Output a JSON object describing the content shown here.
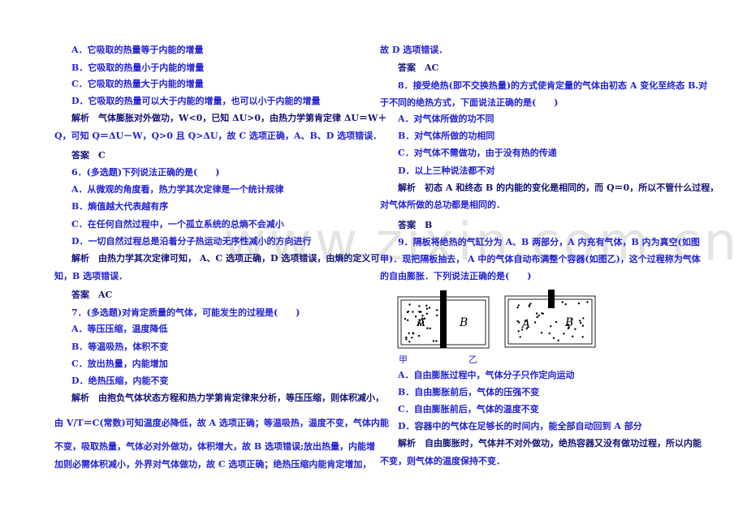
{
  "watermark": "www.zixin.com.cn",
  "left_column": [
    "A．它吸取的热量等于内能的增量",
    "B．它吸取的热量小于内能的增量",
    "C．它吸取的热量大于内能的增量",
    "D．它吸取的热量可以大于内能的增量，也可以小于内能的增量",
    "解析　气体膨胀对外做功，W<0，已知 ΔU>0，由热力学第肯定律 ΔU＝W＋",
    "Q，可知 Q＝ΔU－W，Q>0 且 Q>ΔU，故 C 选项正确，A、B、D 选项错误．",
    "答案　C",
    "6．(多选题)下列说法正确的是(　　)",
    "A．从微观的角度看，热力学其次定律是一个统计规律",
    "B．熵值越大代表越有序",
    "C．在任何自然过程中，一个孤立系统的总熵不会减小",
    "D．一切自然过程总是沿着分子热运动无序性减小的方向进行",
    "解析　由热力学其次定律可知， A、C 选项正确，D 选项错误，由熵的定义可",
    "知，B 选项错误．",
    "答案　AC",
    "7．(多选题)对肯定质量的气体，可能发生的过程是(　　)",
    "A．等压压缩，温度降低",
    "B．等温吸热，体积不变",
    "C．放出热量，内能增加",
    "D．绝热压缩，内能不变",
    "解析　由抱负气体状态方程和热力学第肯定律来分析，等压压缩，则体积减小，",
    "由 V/T＝C(常数)可知温度必降低，故 A 选项正确；等温吸热，温度不变，气体内能",
    "不变，吸取热量，气体必对外做功，体积增大，故 B 选项错误;放出热量，内能增",
    "加则必需体积减小，外界对气体做功，故 C 选项正确；绝热压缩内能肯定增加，"
  ],
  "right_column": [
    "故 D 选项错误．",
    "答案　AC",
    "8．接受绝热(即不交换热量)的方式使肯定量的气体由初态 A 变化至终态 B.对",
    "于不同的绝热方式，下面说法正确的是(　　)",
    "A．对气体所做的功不同",
    "B．对气体所做的功相同",
    "C．对气体不需做功，由于没有热的传递",
    "D．以上三种说法都不对",
    "解析　初态 A 和终态 B 的内能的变化是相同的，而 Q＝0，所以不管什么过程，",
    "对气体所做的总功都是相同的．",
    "答案　B",
    "9．隔板将绝热的气缸分为 A、B 两部分，A 内充有气体，B 内为真空(如图",
    "甲)．现把隔板抽去， A 中的气体自动布满整个容器(如图乙)，这个过程称为气体",
    "的自由膨胀．下列说法正确的是(　　)",
    "A．自由膨胀过程中，气体分子只作定向运动",
    "B．自由膨胀前后，气体的压强不变",
    "C．自由膨胀前后，气体的温度不变",
    "D．容器中的气体在足够长的时间内，能全部自动回到 A 部分",
    "解析　自由膨胀时，气体并不对外做功，绝热容器又没有做功过程，所以内能",
    "不变，则气体的温度保持不变．"
  ],
  "figure": {
    "left_label_a": "A",
    "left_label_b": "B",
    "right_label_a": "A",
    "right_label_b": "B",
    "caption_left": "甲",
    "caption_right": "乙"
  },
  "colors": {
    "text": "#2323d6",
    "label": "#14147a"
  }
}
